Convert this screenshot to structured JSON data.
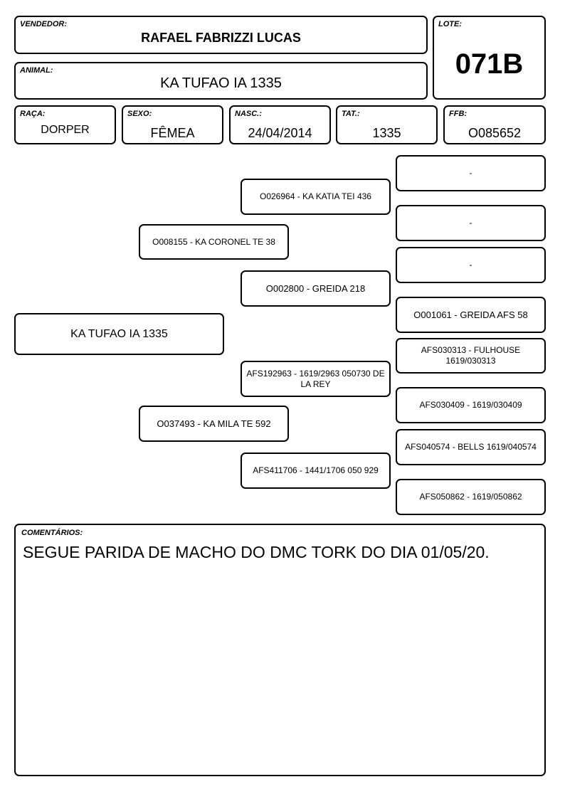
{
  "header": {
    "vendedor_label": "VENDEDOR:",
    "vendedor": "RAFAEL FABRIZZI LUCAS",
    "lote_label": "LOTE:",
    "lote": "071B",
    "animal_label": "ANIMAL:",
    "animal": "KA TUFAO IA 1335"
  },
  "info": {
    "raca_label": "RAÇA:",
    "raca": "DORPER",
    "sexo_label": "SEXO:",
    "sexo": "FÊMEA",
    "nasc_label": "NASC.:",
    "nasc": "24/04/2014",
    "tat_label": "TAT.:",
    "tat": "1335",
    "ffb_label": "FFB:",
    "ffb": "O085652"
  },
  "pedigree": {
    "animal": "KA TUFAO IA 1335",
    "sire": "O008155 - KA CORONEL TE 38",
    "dam": "O037493 - KA MILA TE 592",
    "sire_sire": "O026964 - KA KATIA TEI 436",
    "sire_dam": "O002800 - GREIDA 218",
    "dam_sire": "AFS192963 - 1619/2963 050730 DE LA REY",
    "dam_dam": "AFS411706 - 1441/1706 050 929",
    "gg": [
      "-",
      "-",
      "-",
      "O001061 - GREIDA AFS 58",
      "AFS030313 - FULHOUSE 1619/030313",
      "AFS030409 - 1619/030409",
      "AFS040574 - BELLS 1619/040574",
      "AFS050862 - 1619/050862"
    ]
  },
  "comments": {
    "label": "COMENTÁRIOS:",
    "text": "SEGUE PARIDA DE MACHO DO DMC TORK DO DIA 01/05/20."
  }
}
